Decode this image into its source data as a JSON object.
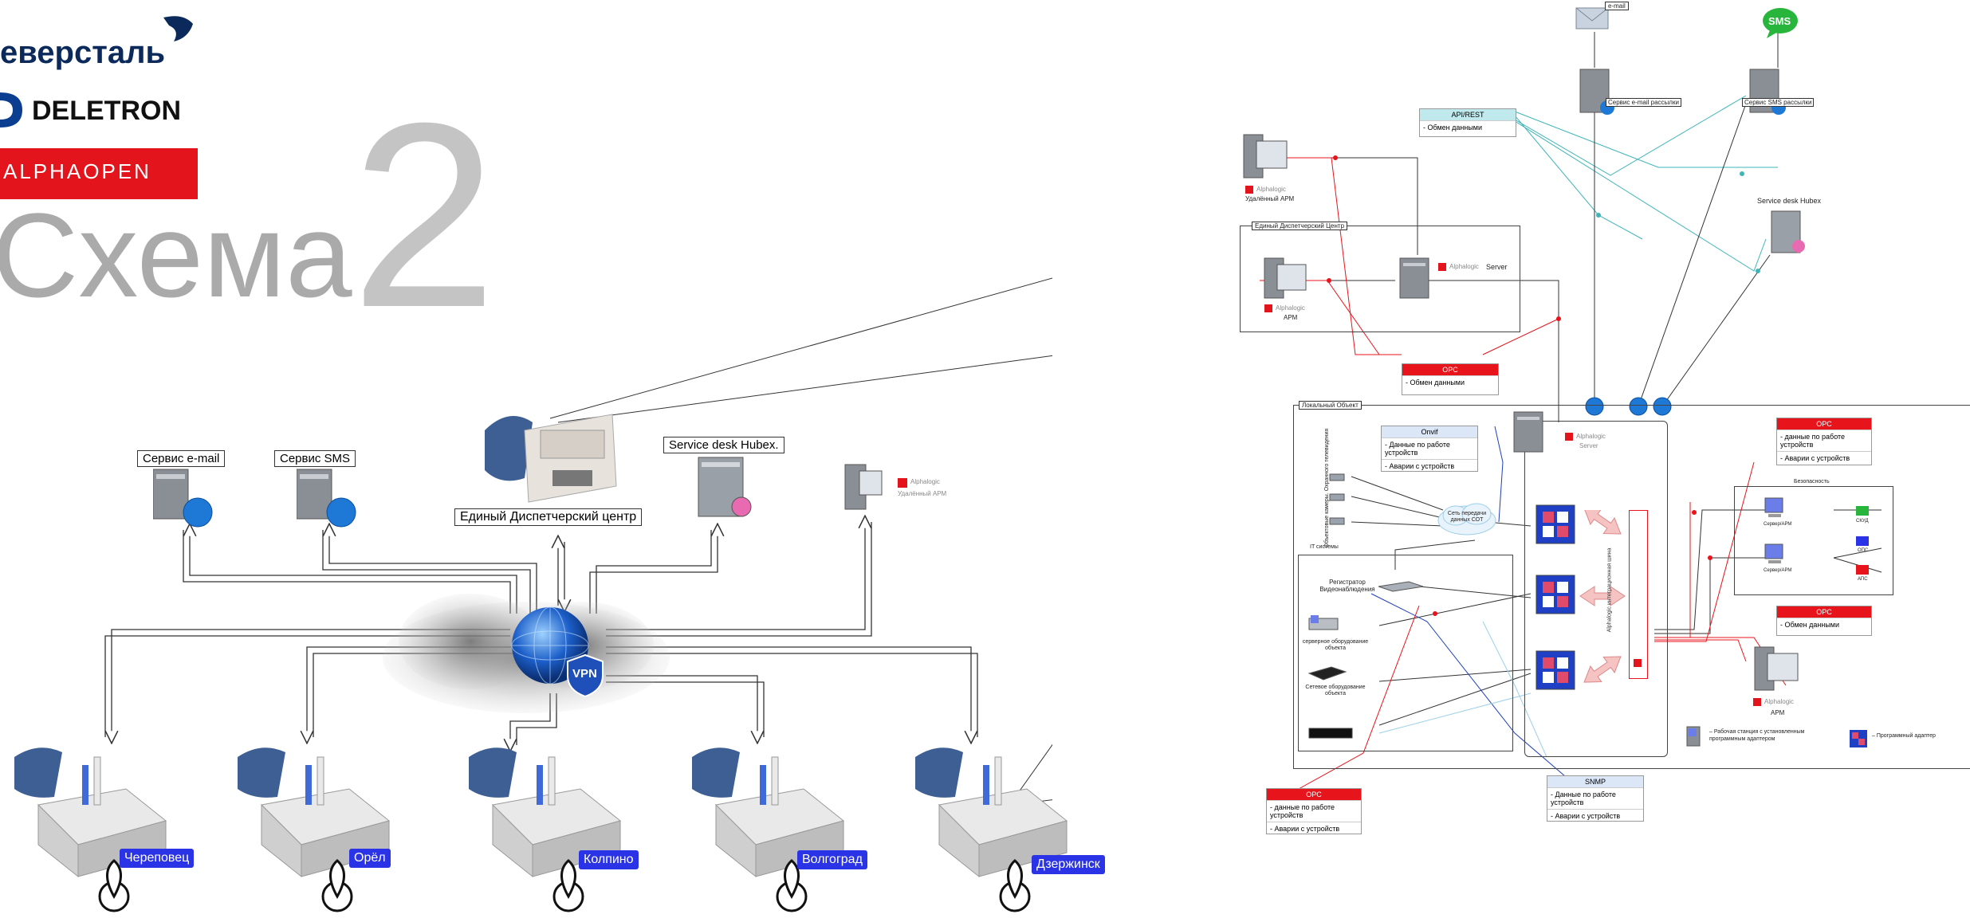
{
  "logos": {
    "severstal": "еверсталь",
    "deletron": "DELETRON",
    "alphaopen": "ALPHAOPEN"
  },
  "title": {
    "word": "Схема",
    "number": "2"
  },
  "left": {
    "service_email": "Сервис e-mail",
    "service_sms": "Сервис SMS",
    "service_desk": "Service desk Hubex.",
    "dispatch_center": "Единый Диспетчерский центр",
    "remote_apm_brand": "Alphalogic",
    "remote_apm_label": "Удалённый АРМ",
    "vpn": "VPN",
    "cities": [
      "Череповец",
      "Орёл",
      "Колпино",
      "Волгоград",
      "Дзержинск"
    ]
  },
  "right": {
    "email_tag": "e-mail",
    "sms_tag": "SMS",
    "email_service": "Сервис e-mail рассылки",
    "sms_service": "Сервис SMS рассылки",
    "service_desk_hubex": "Service desk Hubex",
    "api_rest": {
      "title": "API/REST",
      "row": "- Обмен данными"
    },
    "remote_apm": {
      "brand": "Alphalogic",
      "label": "Удалённый АРМ"
    },
    "edc": {
      "title": "Единый Диспетчерский Центр",
      "apm_brand": "Alphalogic",
      "apm_label": "АРМ",
      "server_brand": "Alphalogic",
      "server_label": "Server"
    },
    "opc_top": {
      "title": "OPC",
      "row": "- Обмен данными"
    },
    "local_object": "Локальный Объект",
    "onvif": {
      "title": "Onvif",
      "rows": [
        "- Данные по работе устройств",
        "- Аварии с устройств"
      ]
    },
    "local_server": {
      "brand": "Alphalogic",
      "label": "Server"
    },
    "cameras_label": "Объектовые камеры. Охранного телевидения",
    "cloud_net": "Сеть передачи данных СОТ",
    "it_systems": "IT системы",
    "registrar": "Регистратор Видеонаблюдения",
    "server_equipment": "серверное оборудование объекта",
    "network_equipment": "Сетевое оборудование объекта",
    "integration_bus": "Alphalogic интеграционная шина",
    "opc_right_top": {
      "title": "OPC",
      "rows": [
        "- данные по работе устройств",
        "- Аварии с устройств"
      ]
    },
    "security": {
      "title": "Безопасность",
      "labels": [
        "Сервер/АРМ",
        "Сервер/АРМ",
        "СКУД",
        "ОПС",
        "АПС"
      ]
    },
    "opc_right_mid": {
      "title": "OPC",
      "row": "- Обмен данными"
    },
    "apm_right": {
      "brand": "Alphalogic",
      "label": "АРМ"
    },
    "legend": {
      "workstation": "– Рабочая станция с установленным программным адаптером",
      "adapter": "– Программный адаптер"
    },
    "opc_bottom": {
      "title": "OPC",
      "rows": [
        "- данные по работе устройств",
        "- Аварии с устройств"
      ]
    },
    "snmp": {
      "title": "SNMP",
      "rows": [
        "- Данные по работе устройств",
        "- Аварии с устройств"
      ]
    }
  },
  "colors": {
    "brand_blue": "#0b2a5b",
    "alpha_red": "#e3141b",
    "city_label": "#2a33e6",
    "title_gray": "#b3b3b3",
    "opc_red": "#e8141b",
    "teal_line": "#3fb5b8"
  }
}
